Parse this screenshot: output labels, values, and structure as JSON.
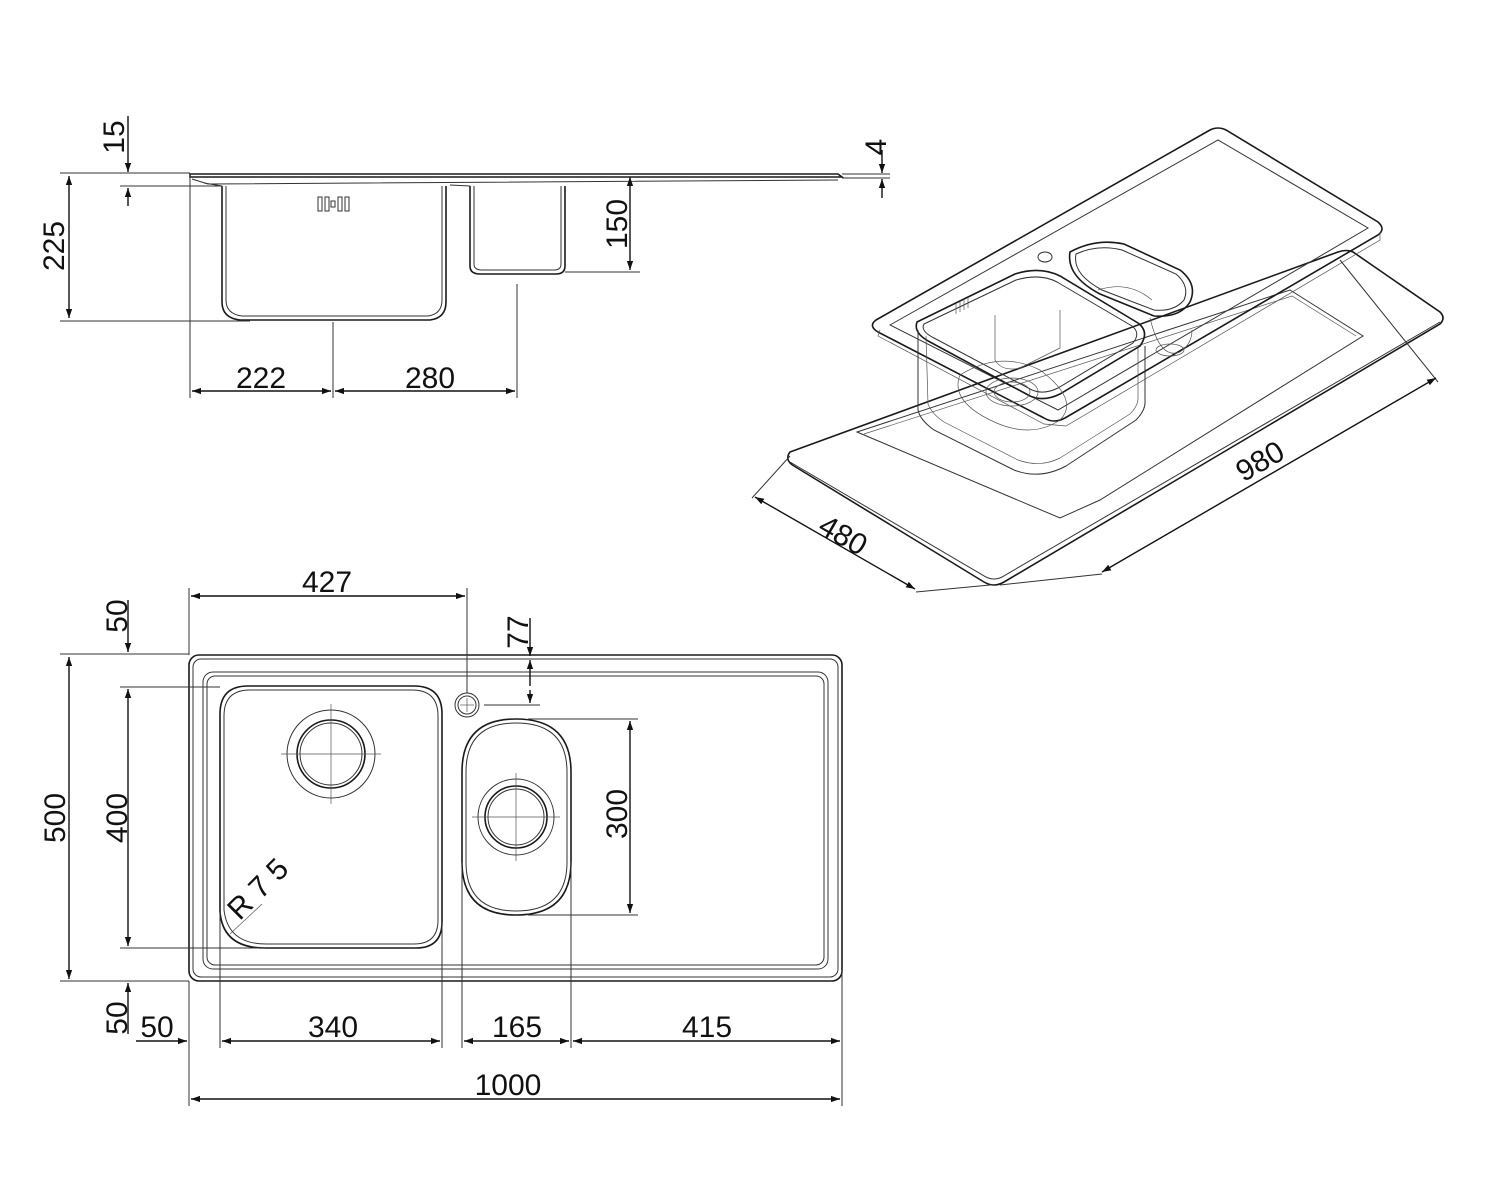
{
  "side_view": {
    "dims": {
      "rim_top": "15",
      "total_depth": "225",
      "small_bowl_depth": "150",
      "edge_thickness": "4",
      "main_drain_offset": "222",
      "drain_spacing": "280"
    }
  },
  "iso_view": {
    "dims": {
      "cutout_width": "980",
      "cutout_depth": "480"
    }
  },
  "top_view": {
    "dims": {
      "tap_hole_offset": "427",
      "top_margin": "50",
      "tap_hole_y": "77",
      "total_depth": "500",
      "main_bowl_depth": "400",
      "small_bowl_length": "300",
      "corner_radius": "R 7 5",
      "bottom_margin": "50",
      "left_margin": "50",
      "main_bowl_width": "340",
      "small_bowl_width": "165",
      "drainer_width": "415",
      "total_width": "1000"
    }
  }
}
